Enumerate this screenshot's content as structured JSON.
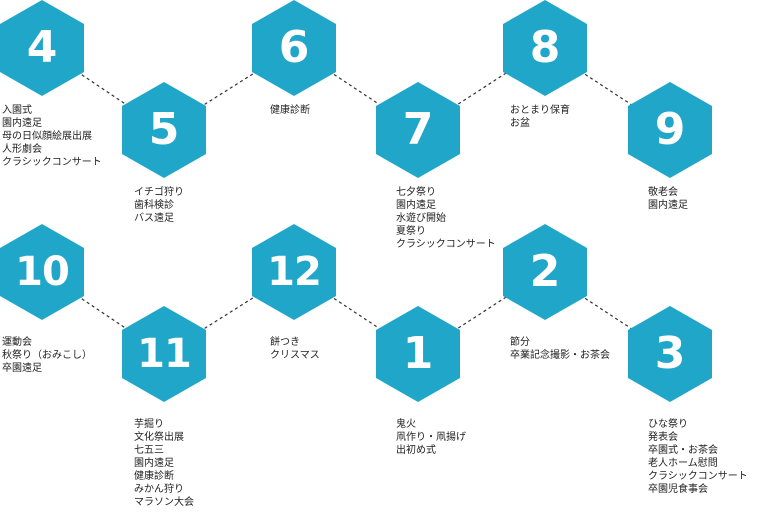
{
  "colors": {
    "hexagon": "#1fa6c9",
    "connector": "#333333",
    "text": "#222222"
  },
  "months": [
    {
      "number": "4",
      "events": [
        "入園式",
        "園内遠足",
        "母の日似顔絵展出展",
        "人形劇会",
        "クラシックコンサート"
      ]
    },
    {
      "number": "5",
      "events": [
        "イチゴ狩り",
        "歯科検診",
        "バス遠足"
      ]
    },
    {
      "number": "6",
      "events": [
        "健康診断"
      ]
    },
    {
      "number": "7",
      "events": [
        "七夕祭り",
        "園内遠足",
        "水遊び開始",
        "夏祭り",
        "クラシックコンサート"
      ]
    },
    {
      "number": "8",
      "events": [
        "おとまり保育",
        "お盆"
      ]
    },
    {
      "number": "9",
      "events": [
        "敬老会",
        "園内遠足"
      ]
    },
    {
      "number": "10",
      "events": [
        "運動会",
        "秋祭り（おみこし）",
        "卒園遠足"
      ]
    },
    {
      "number": "11",
      "events": [
        "芋掘り",
        "文化祭出展",
        "七五三",
        "園内遠足",
        "健康診断",
        "みかん狩り",
        "マラソン大会"
      ]
    },
    {
      "number": "12",
      "events": [
        "餅つき",
        "クリスマス"
      ]
    },
    {
      "number": "1",
      "events": [
        "鬼火",
        "凧作り・凧揚げ",
        "出初め式"
      ]
    },
    {
      "number": "2",
      "events": [
        "節分",
        "卒業記念撮影・お茶会"
      ]
    },
    {
      "number": "3",
      "events": [
        "ひな祭り",
        "発表会",
        "卒園式・お茶会",
        "老人ホーム慰問",
        "クラシックコンサート",
        "卒園児食事会"
      ]
    }
  ]
}
